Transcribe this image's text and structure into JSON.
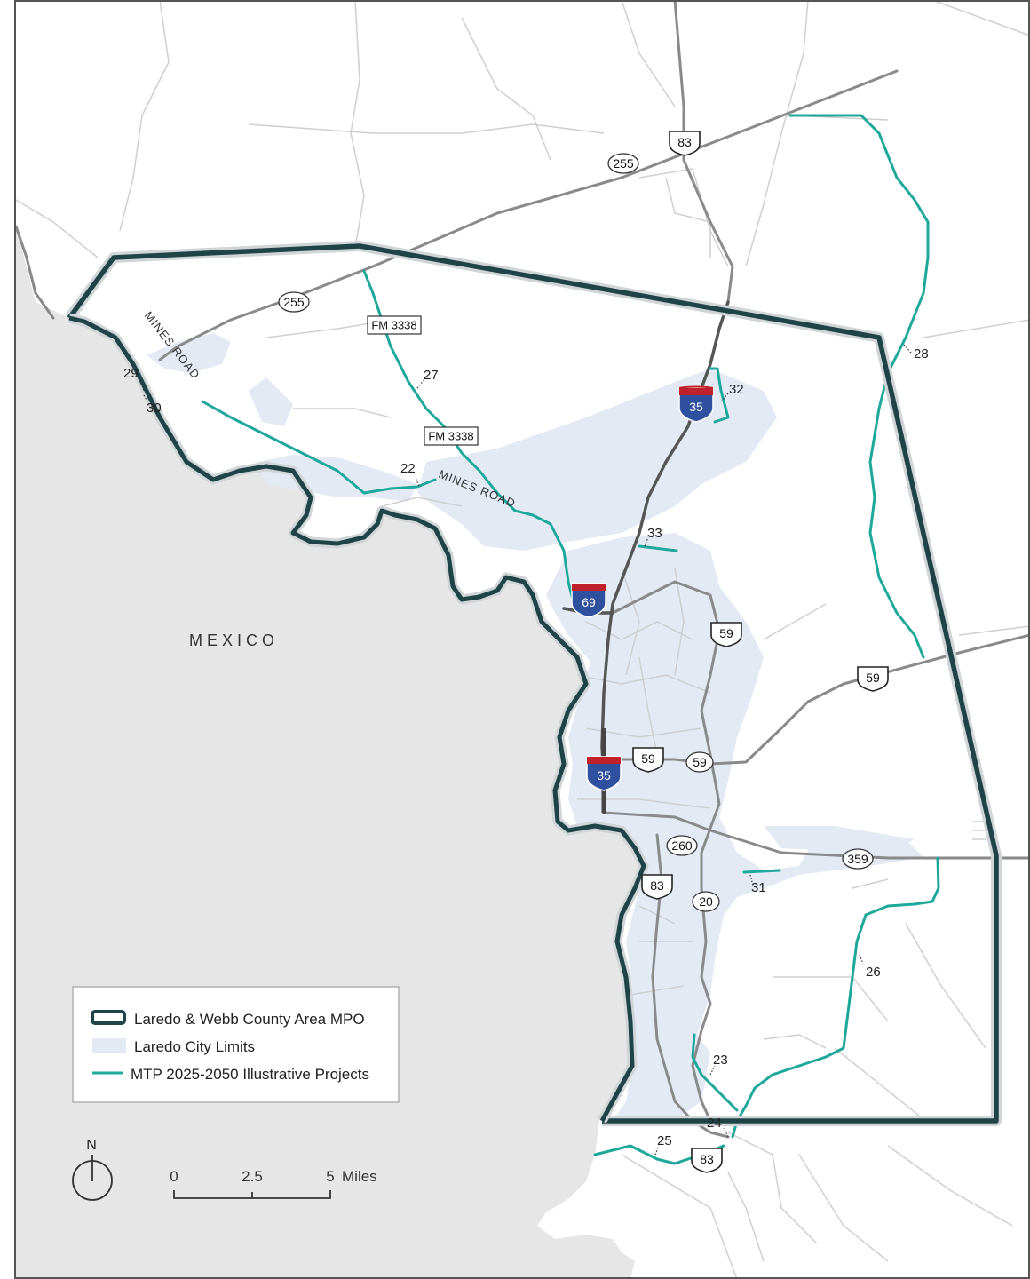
{
  "map": {
    "country_label": "MEXICO",
    "road_names": [
      "MINES ROAD",
      "MINES ROAD"
    ],
    "farm_roads": [
      "FM 3338",
      "FM 3338"
    ],
    "state_routes": [
      "255",
      "255",
      "260",
      "20",
      "359",
      "59"
    ],
    "us_routes": [
      "83",
      "83",
      "83",
      "59",
      "59",
      "59"
    ],
    "interstates": [
      "35",
      "35",
      "69"
    ],
    "projects": [
      "22",
      "23",
      "24",
      "25",
      "26",
      "27",
      "28",
      "29",
      "30",
      "31",
      "32",
      "33"
    ]
  },
  "legend": {
    "items": [
      {
        "label": "Laredo & Webb County Area MPO",
        "swatch": "mpo-boundary"
      },
      {
        "label": "Laredo City Limits",
        "swatch": "city-limits"
      },
      {
        "label": "MTP 2025-2050 Illustrative Projects",
        "swatch": "project-line"
      }
    ]
  },
  "north_arrow": {
    "label": "N"
  },
  "scale_bar": {
    "ticks": [
      "0",
      "2.5",
      "5"
    ],
    "unit": "Miles"
  },
  "colors": {
    "mexico": "#e6e6e6",
    "boundary": "#1f4448",
    "city_limits": "#e3eaf4",
    "project": "#1ea79b",
    "major_road": "#8a8a8a",
    "interstate_road": "#555555",
    "minor_road": "#cfcfcf",
    "interstate_blue": "#2f4f9f",
    "interstate_red": "#c0202a"
  }
}
